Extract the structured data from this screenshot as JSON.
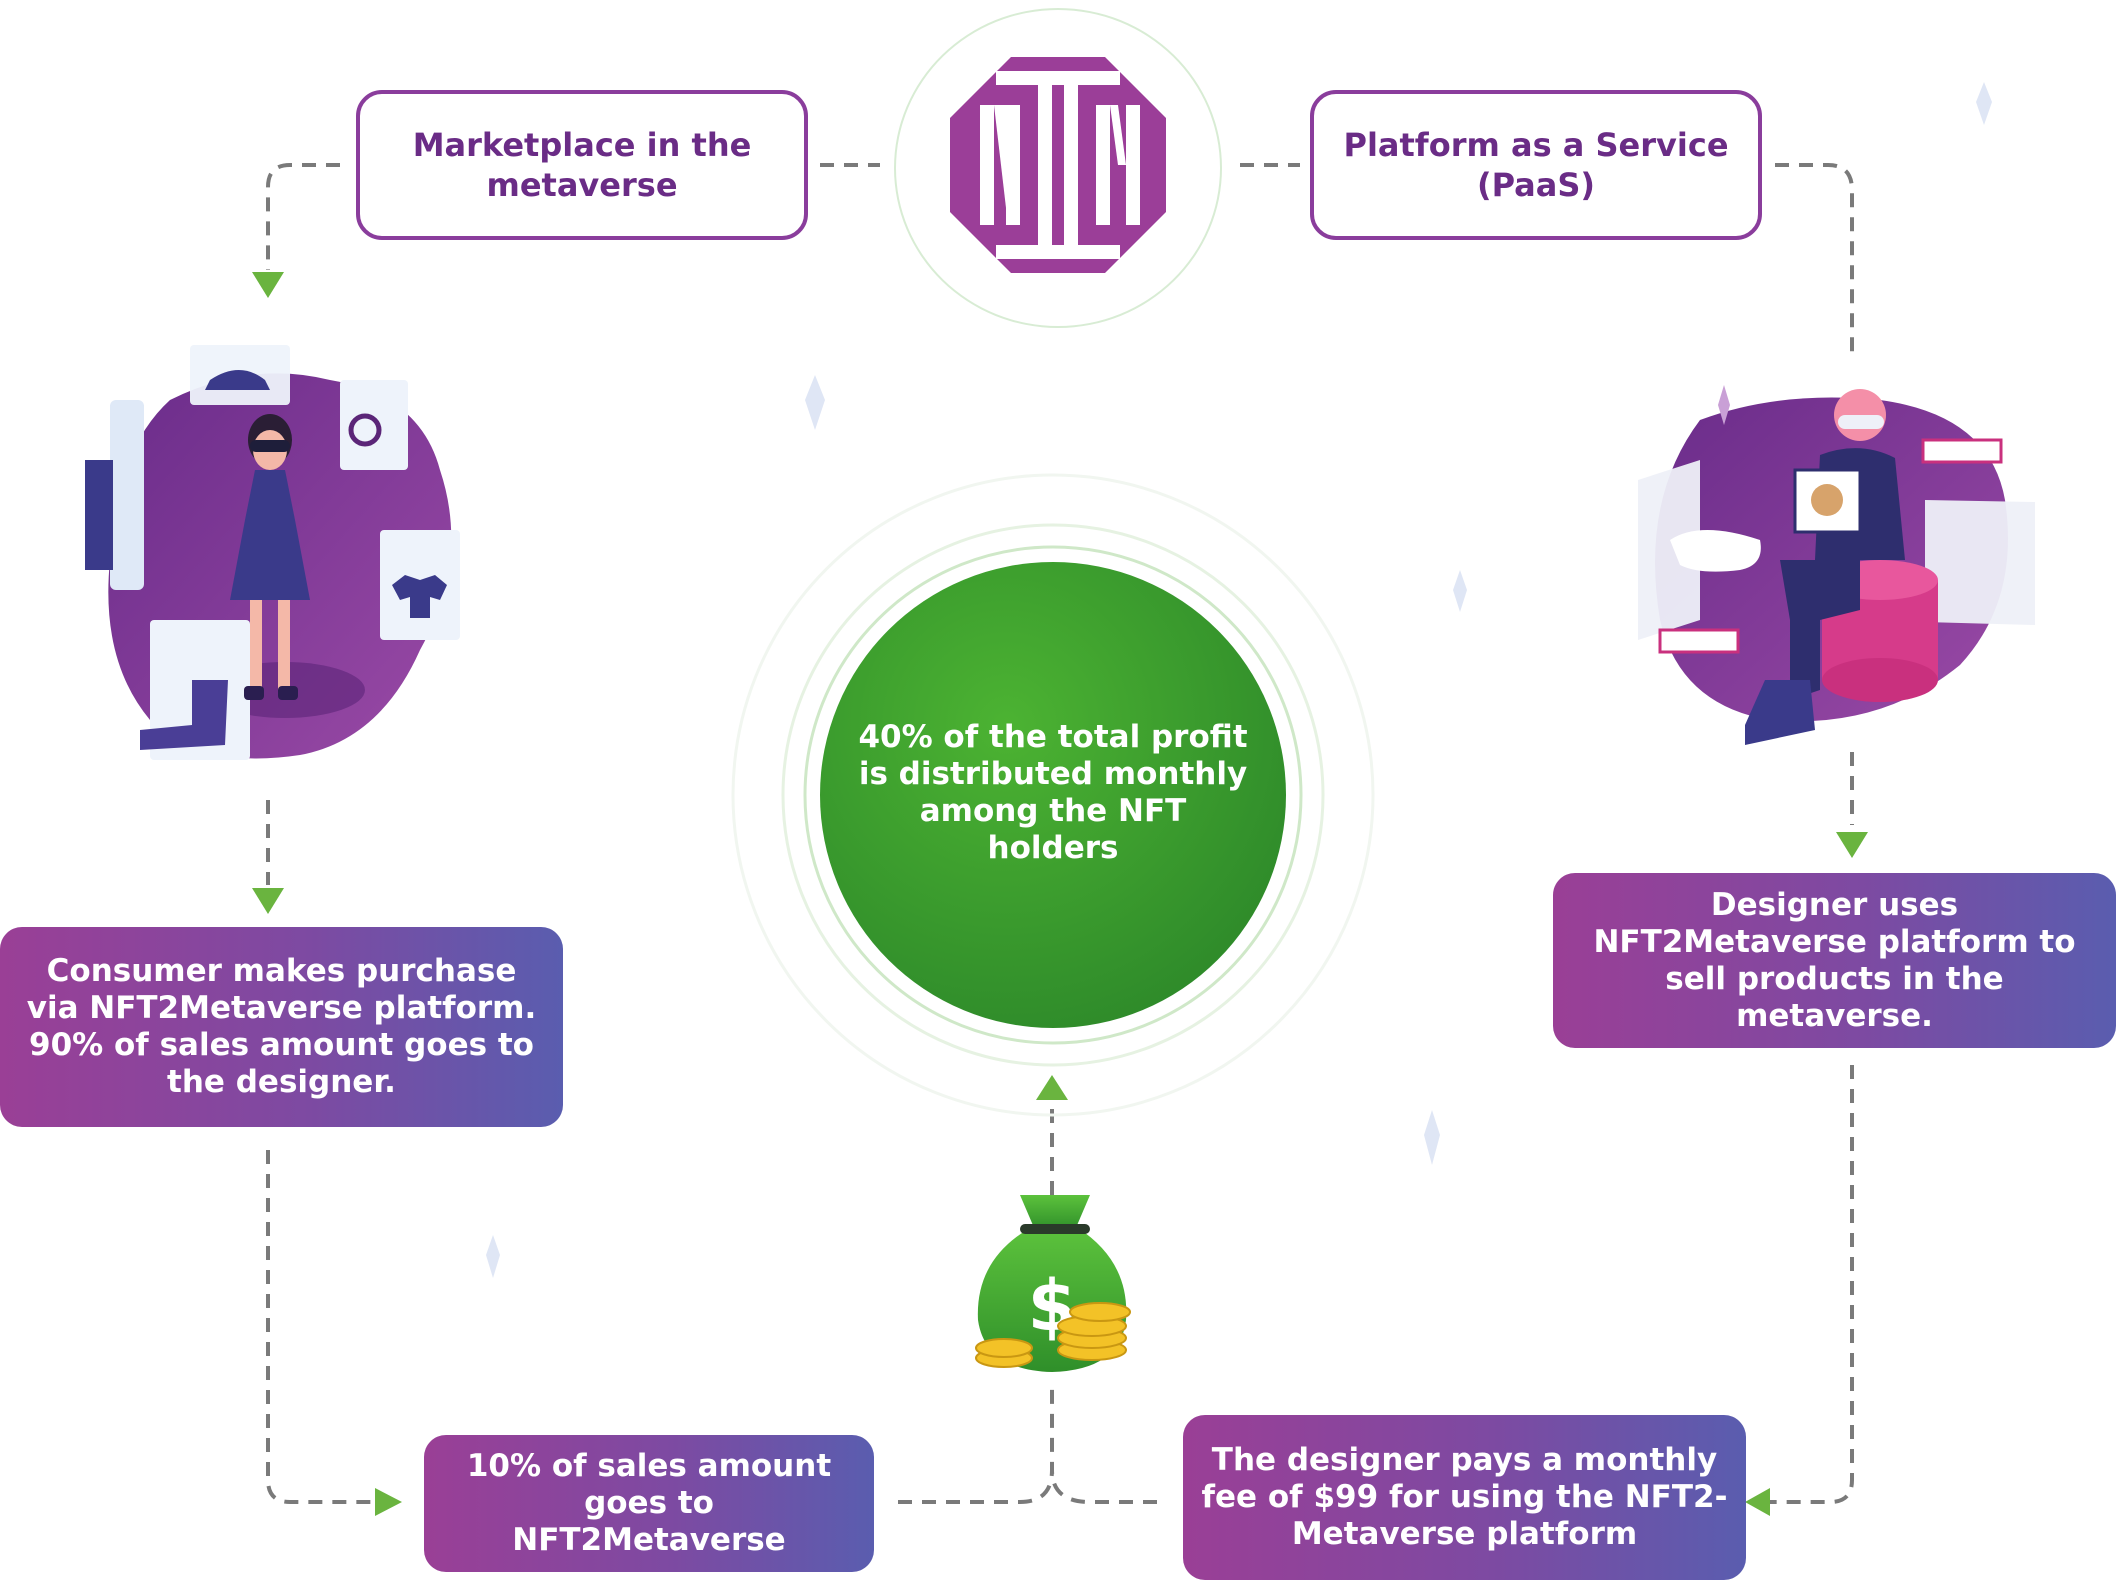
{
  "top": {
    "marketplace_box": "Marketplace in the\nmetaverse",
    "paas_box": "Platform as a Service\n(PaaS)"
  },
  "center": {
    "bold_prefix": "40%",
    "text": " of the total profit is distributed monthly among the NFT holders"
  },
  "left": {
    "consumer_box_text_1": "Consumer makes purchase via NFT2Metaverse platform. ",
    "consumer_box_bold": "90%",
    "consumer_box_text_2": " of sales amount goes to the designer."
  },
  "right": {
    "designer_box": "Designer uses NFT2Metaverse platform to sell products in the metaverse."
  },
  "bottom": {
    "ten_percent_bold": "10%",
    "ten_percent_text": " of sales amount goes to NFT2Metaverse",
    "fee_text_1": "The designer pays a monthly fee of ",
    "fee_bold": "$99",
    "fee_text_2": " for using the NFT2-Metaverse platform"
  },
  "colors": {
    "purple": "#8a3d9c",
    "blue_purple": "#5a5daf",
    "green": "#3d9e2c",
    "arrow_green": "#6ab43f",
    "dash_gray": "#7a7a7a"
  },
  "icons": [
    "logo-icon",
    "consumer-illustration",
    "designer-illustration",
    "money-bag-icon",
    "arrow-down-icon",
    "arrow-right-icon",
    "arrow-left-icon",
    "arrow-up-icon",
    "crystal-icon"
  ]
}
